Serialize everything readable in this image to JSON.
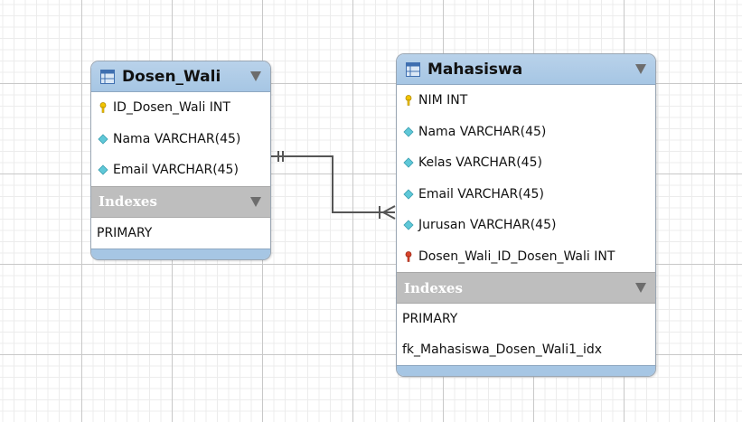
{
  "tables": {
    "dosen_wali": {
      "title": "Dosen_Wali",
      "columns": [
        {
          "label": "ID_Dosen_Wali INT",
          "icon": "primary-key-icon"
        },
        {
          "label": "Nama VARCHAR(45)",
          "icon": "column-diamond-icon"
        },
        {
          "label": "Email VARCHAR(45)",
          "icon": "column-diamond-icon"
        }
      ],
      "indexes_label": "Indexes",
      "indexes": [
        "PRIMARY"
      ]
    },
    "mahasiswa": {
      "title": "Mahasiswa",
      "columns": [
        {
          "label": "NIM INT",
          "icon": "primary-key-icon"
        },
        {
          "label": "Nama VARCHAR(45)",
          "icon": "column-diamond-icon"
        },
        {
          "label": "Kelas VARCHAR(45)",
          "icon": "column-diamond-icon"
        },
        {
          "label": "Email VARCHAR(45)",
          "icon": "column-diamond-icon"
        },
        {
          "label": "Jurusan VARCHAR(45)",
          "icon": "column-diamond-icon"
        },
        {
          "label": "Dosen_Wali_ID_Dosen_Wali INT",
          "icon": "foreign-key-icon"
        }
      ],
      "indexes_label": "Indexes",
      "indexes": [
        "PRIMARY",
        "fk_Mahasiswa_Dosen_Wali1_idx"
      ]
    }
  },
  "relationship": {
    "from": "Dosen_Wali",
    "to": "Mahasiswa",
    "type": "one-to-many",
    "line_color": "#555555"
  },
  "colors": {
    "header": "#a6c6e4",
    "indexes_bar": "#bebebe",
    "primary_key": "#f2c400",
    "foreign_key": "#d9442c",
    "column_diamond": "#5fc8d8"
  }
}
